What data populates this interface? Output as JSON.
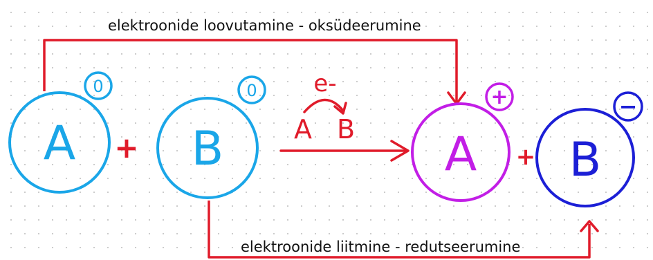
{
  "labels": {
    "oxidation": "elektroonide loovutamine - oksüdeerumine",
    "reduction": "elektroonide liitmine - redutseerumine"
  },
  "reactants": {
    "a": {
      "letter": "A",
      "charge": "0"
    },
    "plus": "+",
    "b": {
      "letter": "B",
      "charge": "0"
    }
  },
  "transfer": {
    "electron": "e-",
    "from": "A",
    "to": "B"
  },
  "products": {
    "a": {
      "letter": "A",
      "charge": "+"
    },
    "plus": "+",
    "b": {
      "letter": "B",
      "charge": "−"
    }
  },
  "colors": {
    "reactant": "#1aa6e8",
    "product_a": "#c21ee6",
    "product_b": "#1c1fd6",
    "arrow": "#e01b2a",
    "text": "#111111"
  }
}
